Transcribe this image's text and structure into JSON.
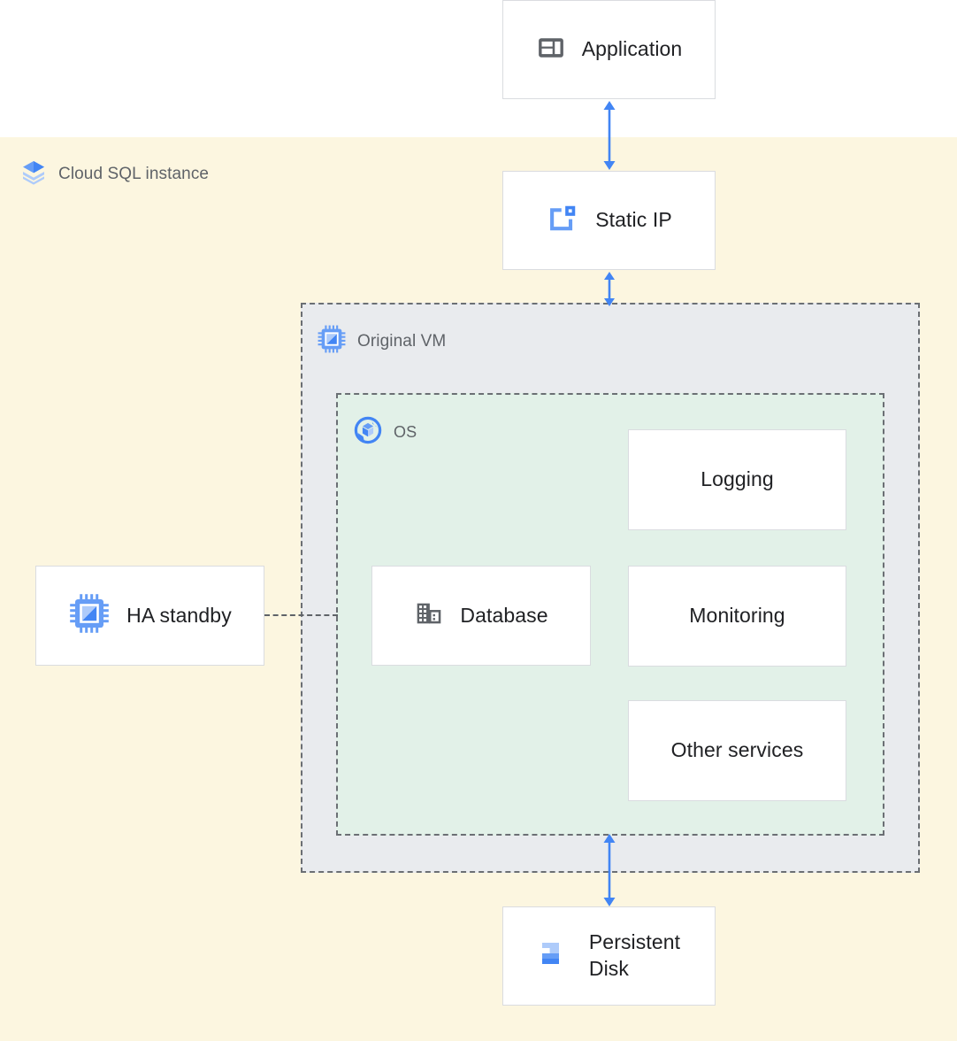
{
  "diagram": {
    "title": "Cloud SQL instance architecture",
    "type": "architecture-diagram",
    "background": "#ffffff",
    "colors": {
      "cloudsql_region": "#fcf6e0",
      "vm_region": "#e9ebee",
      "os_region": "#e2f1e8",
      "node_fill": "#ffffff",
      "node_border": "#dadce0",
      "region_border": "#6b6f74",
      "arrow": "#4285f4",
      "accent_blue": "#4285f4",
      "icon_grey": "#5f6368",
      "label_grey": "#5f6368",
      "node_text": "#202124"
    }
  },
  "regions": [
    {
      "id": "cloud-sql-instance",
      "label": "Cloud SQL instance",
      "icon": "cloud-sql-layers-icon"
    },
    {
      "id": "original-vm",
      "label": "Original VM",
      "icon": "vm-chip-icon"
    },
    {
      "id": "os",
      "label": "OS",
      "icon": "os-circle-icon"
    }
  ],
  "nodes": [
    {
      "id": "application",
      "label": "Application",
      "icon": "application-layout-icon",
      "icon_style": "grey"
    },
    {
      "id": "static-ip",
      "label": "Static IP",
      "icon": "static-ip-icon",
      "icon_style": "blue"
    },
    {
      "id": "logging",
      "label": "Logging",
      "icon": null,
      "icon_style": null
    },
    {
      "id": "database",
      "label": "Database",
      "icon": "database-building-icon",
      "icon_style": "grey"
    },
    {
      "id": "monitoring",
      "label": "Monitoring",
      "icon": null,
      "icon_style": null
    },
    {
      "id": "other-services",
      "label": "Other services",
      "icon": null,
      "icon_style": null
    },
    {
      "id": "ha-standby",
      "label": "HA standby",
      "icon": "vm-chip-icon",
      "icon_style": "blue"
    },
    {
      "id": "persistent-disk",
      "label": "Persistent\nDisk",
      "icon": "persistent-disk-icon",
      "icon_style": "blue"
    }
  ],
  "connectors": [
    {
      "id": "application-to-static-ip",
      "from": "application",
      "to": "static-ip",
      "style": "solid",
      "arrows": "both",
      "color": "#4285f4"
    },
    {
      "id": "static-ip-to-original-vm",
      "from": "static-ip",
      "to": "original-vm",
      "style": "solid",
      "arrows": "both",
      "color": "#4285f4"
    },
    {
      "id": "os-to-persistent-disk",
      "from": "os",
      "to": "persistent-disk",
      "style": "solid",
      "arrows": "both",
      "color": "#4285f4"
    },
    {
      "id": "ha-standby-to-original-vm",
      "from": "ha-standby",
      "to": "original-vm",
      "style": "dashed",
      "arrows": "none",
      "color": "#5f6368"
    }
  ]
}
